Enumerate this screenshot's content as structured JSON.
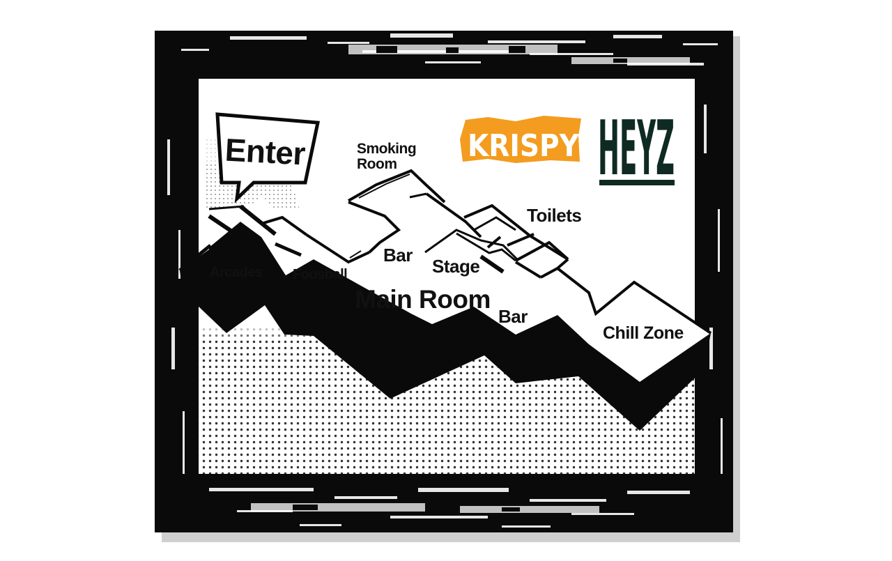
{
  "map": {
    "enter_label": "Enter",
    "rooms": [
      {
        "name": "Smoking",
        "name2": "Room"
      },
      {
        "name": "Toilets"
      },
      {
        "name": "Bar"
      },
      {
        "name": "Stage"
      },
      {
        "name": "Arcades"
      },
      {
        "name": "Foosball"
      },
      {
        "name": "Main Room"
      },
      {
        "name": "Bar"
      },
      {
        "name": "Chill Zone"
      }
    ]
  },
  "logos": {
    "krispy": {
      "text": "KRISPY",
      "color": "#f39c1f"
    },
    "heyz": {
      "text": "HEYZ",
      "color": "#0f2a22"
    }
  },
  "colors": {
    "frame": "#0a0a0a",
    "paper": "#ffffff",
    "ink": "#111111"
  }
}
